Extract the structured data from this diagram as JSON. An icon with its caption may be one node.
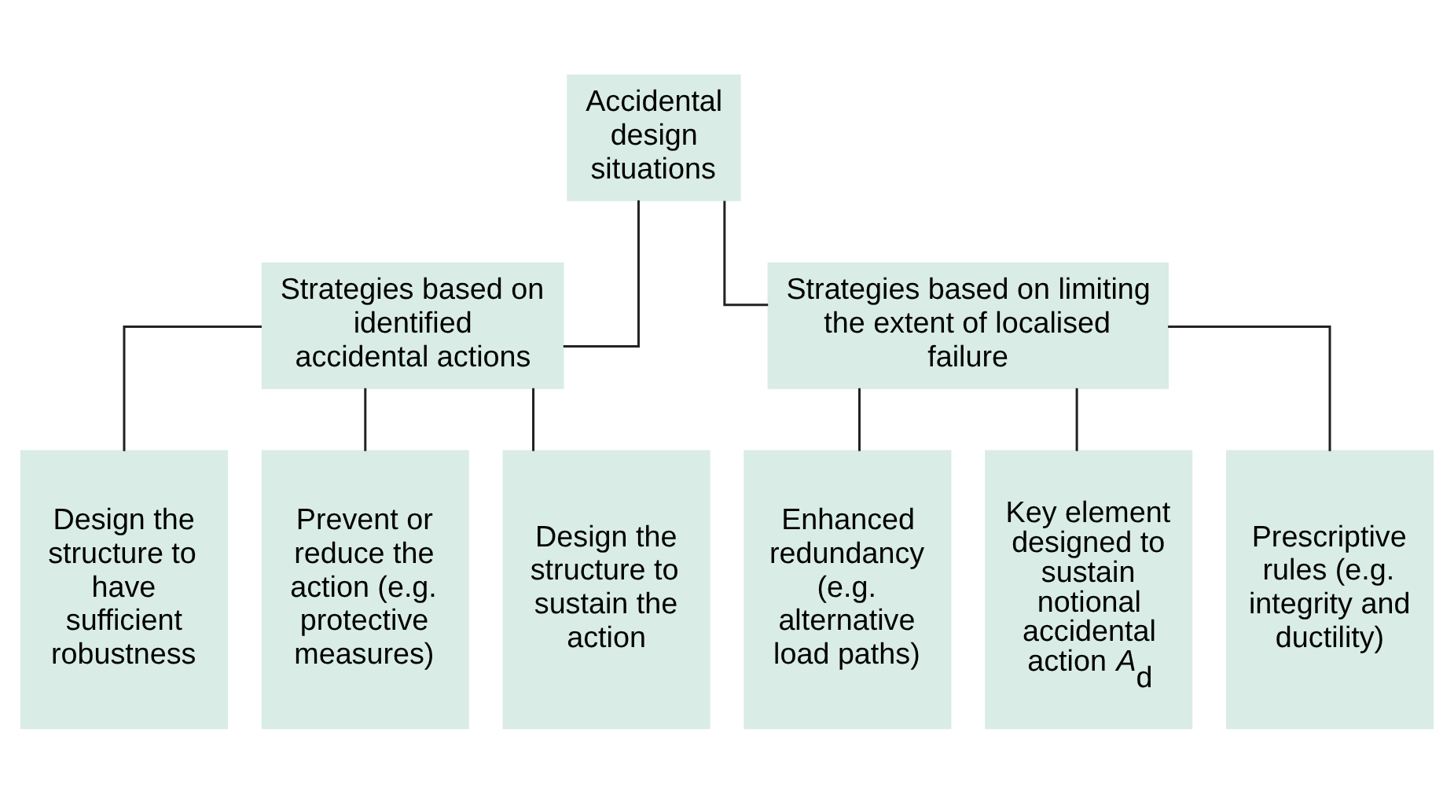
{
  "diagram": {
    "nodes": [
      {
        "text": [
          "Accidental design situations"
        ]
      },
      {
        "text": [
          "Strategies based on identified accidental actions"
        ]
      },
      {
        "text": [
          "Strategies based on limiting the extent of localised failure"
        ]
      },
      {
        "text": [
          "Design the structure to have sufficient robustness"
        ]
      },
      {
        "text": [
          "Prevent or reduce the action (e.g. protective measures)"
        ]
      },
      {
        "text": [
          "Design the structure to sustain the action"
        ]
      },
      {
        "text": [
          "Enhanced redundancy (e.g. alternative load paths)"
        ]
      },
      {
        "text": [
          "Key element designed to sustain notional accidental action *A*$_{d}$"
        ]
      },
      {
        "text": [
          "Prescriptive rules (e.g. integrity and ductility)"
        ]
      }
    ],
    "edges": [
      {
        "from": 0,
        "to": 1,
        "arrow": "none"
      },
      {
        "from": 0,
        "to": 2,
        "arrow": "none"
      },
      {
        "from": 1,
        "to": 3,
        "arrow": "none"
      },
      {
        "from": 1,
        "to": 4,
        "arrow": "none"
      },
      {
        "from": 1,
        "to": 5,
        "arrow": "none"
      },
      {
        "from": 2,
        "to": 6,
        "arrow": "none"
      },
      {
        "from": 2,
        "to": 7,
        "arrow": "none"
      },
      {
        "from": 2,
        "to": 8,
        "arrow": "none"
      }
    ]
  }
}
